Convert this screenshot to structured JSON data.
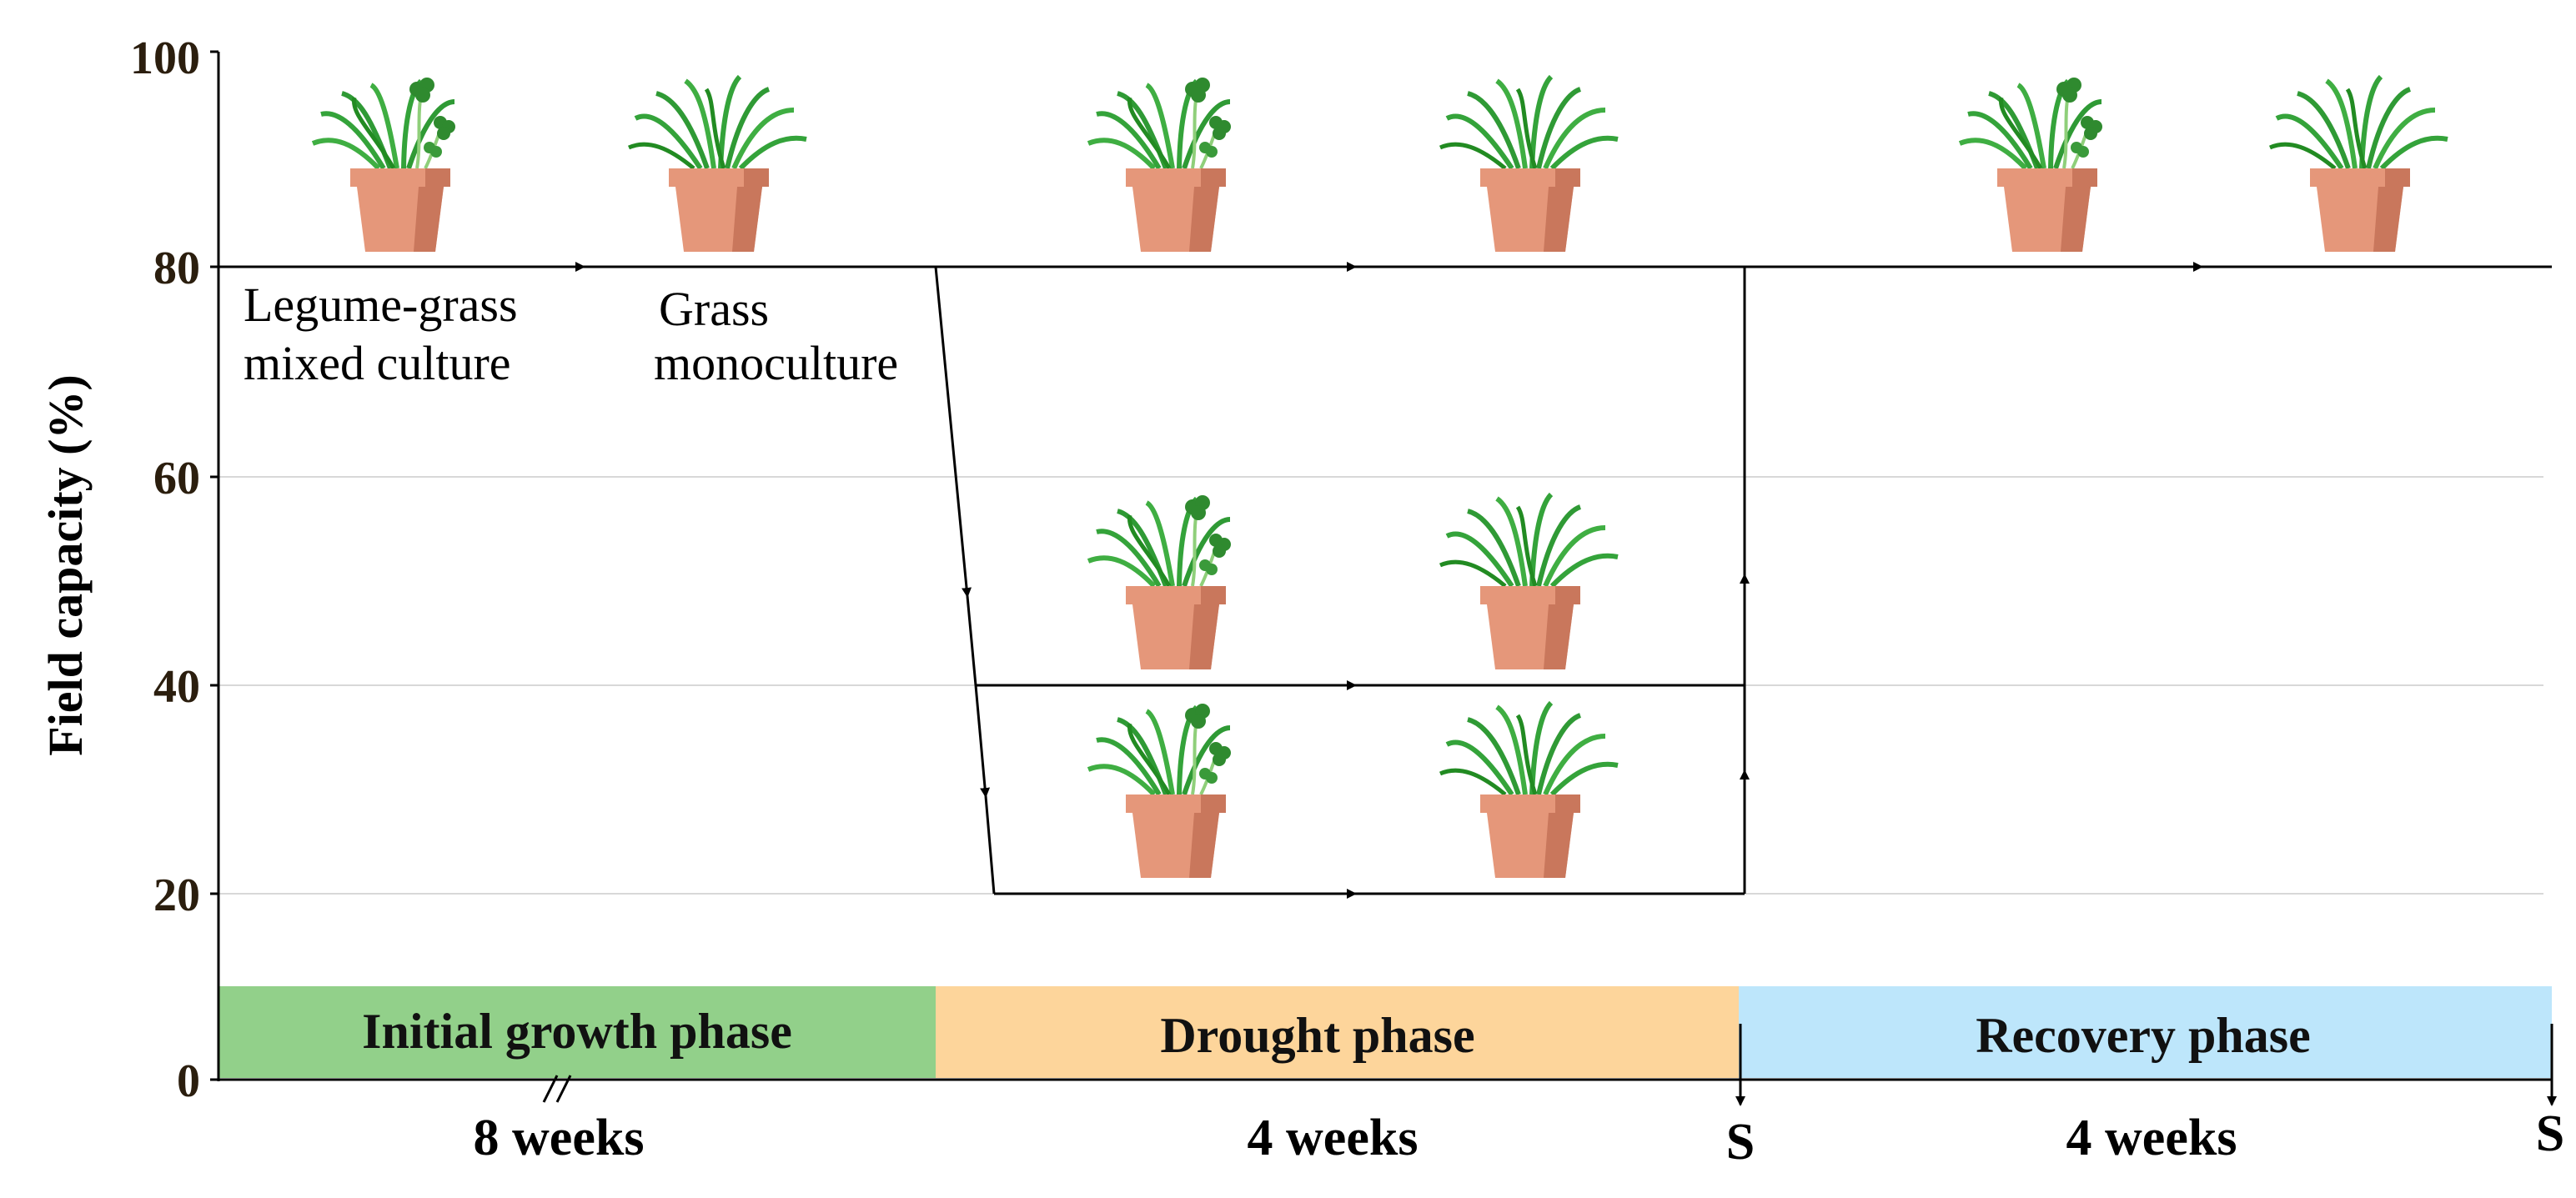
{
  "y_axis": {
    "label": "Field capacity (%)",
    "ticks": [
      "0",
      "20",
      "40",
      "60",
      "80",
      "100"
    ]
  },
  "treatments": {
    "mixed": "Legume-grass mixed culture",
    "mixed_line1": "Legume-grass",
    "mixed_line2": "mixed culture",
    "mono": "Grass monoculture",
    "mono_line1": "Grass",
    "mono_line2": "monoculture"
  },
  "phases": [
    {
      "name": "Initial growth phase",
      "color": "#92d08a"
    },
    {
      "name": "Drought phase",
      "color": "#fdd59b"
    },
    {
      "name": "Recovery phase",
      "color": "#bde6fb"
    }
  ],
  "durations": [
    "8 weeks",
    "4 weeks",
    "4 weeks"
  ],
  "sampling": [
    "S",
    "S"
  ],
  "levels_percent": {
    "control": 80,
    "moderate": 40,
    "severe": 20
  },
  "icons": [
    "pot-icon",
    "grass-icon",
    "clover-icon"
  ],
  "colors": {
    "pot": "#e5977a",
    "pot_dark": "#c9775c",
    "grass": "#34a33a",
    "clover": "#2f8a2f",
    "gridline": "#d8d8d8"
  }
}
